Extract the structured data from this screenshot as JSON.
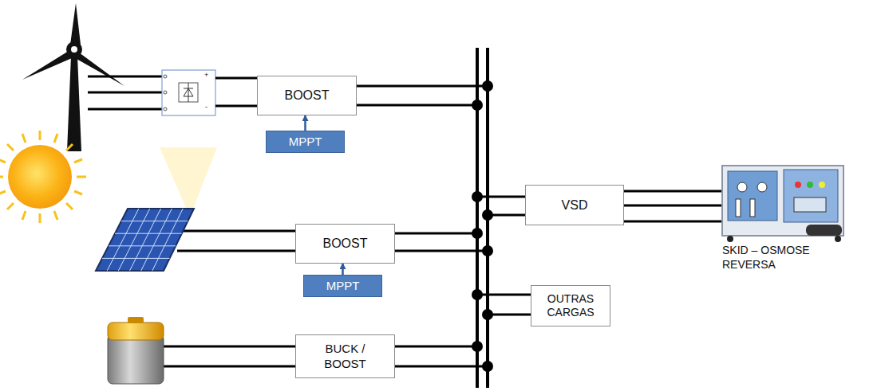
{
  "diagram": {
    "nodes": [
      {
        "text": [
          "BOOST"
        ]
      },
      {
        "text": [
          "MPPT"
        ]
      },
      {
        "text": [
          "BOOST"
        ]
      },
      {
        "text": [
          "MPPT"
        ]
      },
      {
        "text": [
          "VSD"
        ]
      },
      {
        "text": [
          "OUTRAS CARGAS"
        ]
      },
      {
        "text": [
          "BUCK / BOOST"
        ]
      }
    ],
    "edges": [
      {
        "from": 1,
        "to": 0,
        "arrow": "to"
      },
      {
        "from": 3,
        "to": 2,
        "arrow": "to"
      }
    ],
    "labels": [
      "+",
      "-",
      "SKID – OSMOSE REVERSA"
    ]
  }
}
